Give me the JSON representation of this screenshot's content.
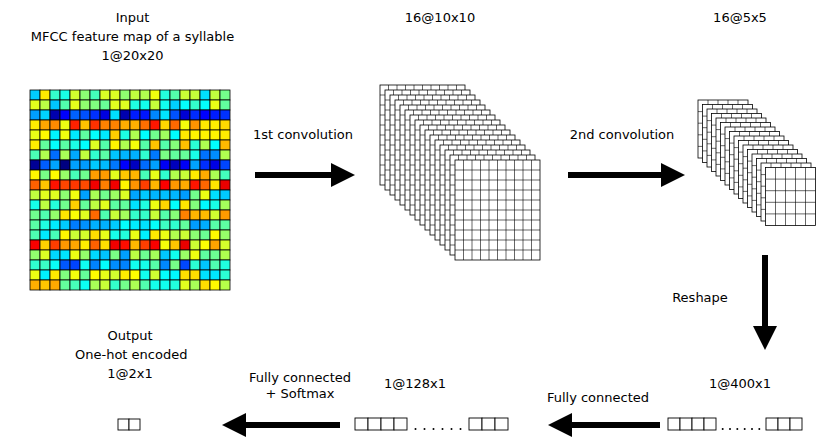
{
  "diagram": {
    "nodes": [
      {
        "text": [
          "Input",
          "MFCC feature map of a syllable",
          "1@20x20"
        ]
      },
      {
        "text": [
          "16@10x10"
        ]
      },
      {
        "text": [
          "16@5x5"
        ]
      },
      {
        "text": [
          "1@400x1"
        ]
      },
      {
        "text": [
          "1@128x1"
        ]
      },
      {
        "text": [
          "Output",
          "One-hot encoded",
          "1@2x1"
        ]
      }
    ],
    "edges": [
      {
        "from": 0,
        "to": 1,
        "arrow": "to",
        "label": "1st convolution"
      },
      {
        "from": 1,
        "to": 2,
        "arrow": "to",
        "label": "2nd convolution"
      },
      {
        "from": 2,
        "to": 3,
        "arrow": "to",
        "label": "Reshape"
      },
      {
        "from": 3,
        "to": 4,
        "arrow": "to",
        "label": "Fully connected"
      },
      {
        "from": 4,
        "to": 5,
        "arrow": "to",
        "label": "Fully connected + Softmax"
      }
    ]
  }
}
